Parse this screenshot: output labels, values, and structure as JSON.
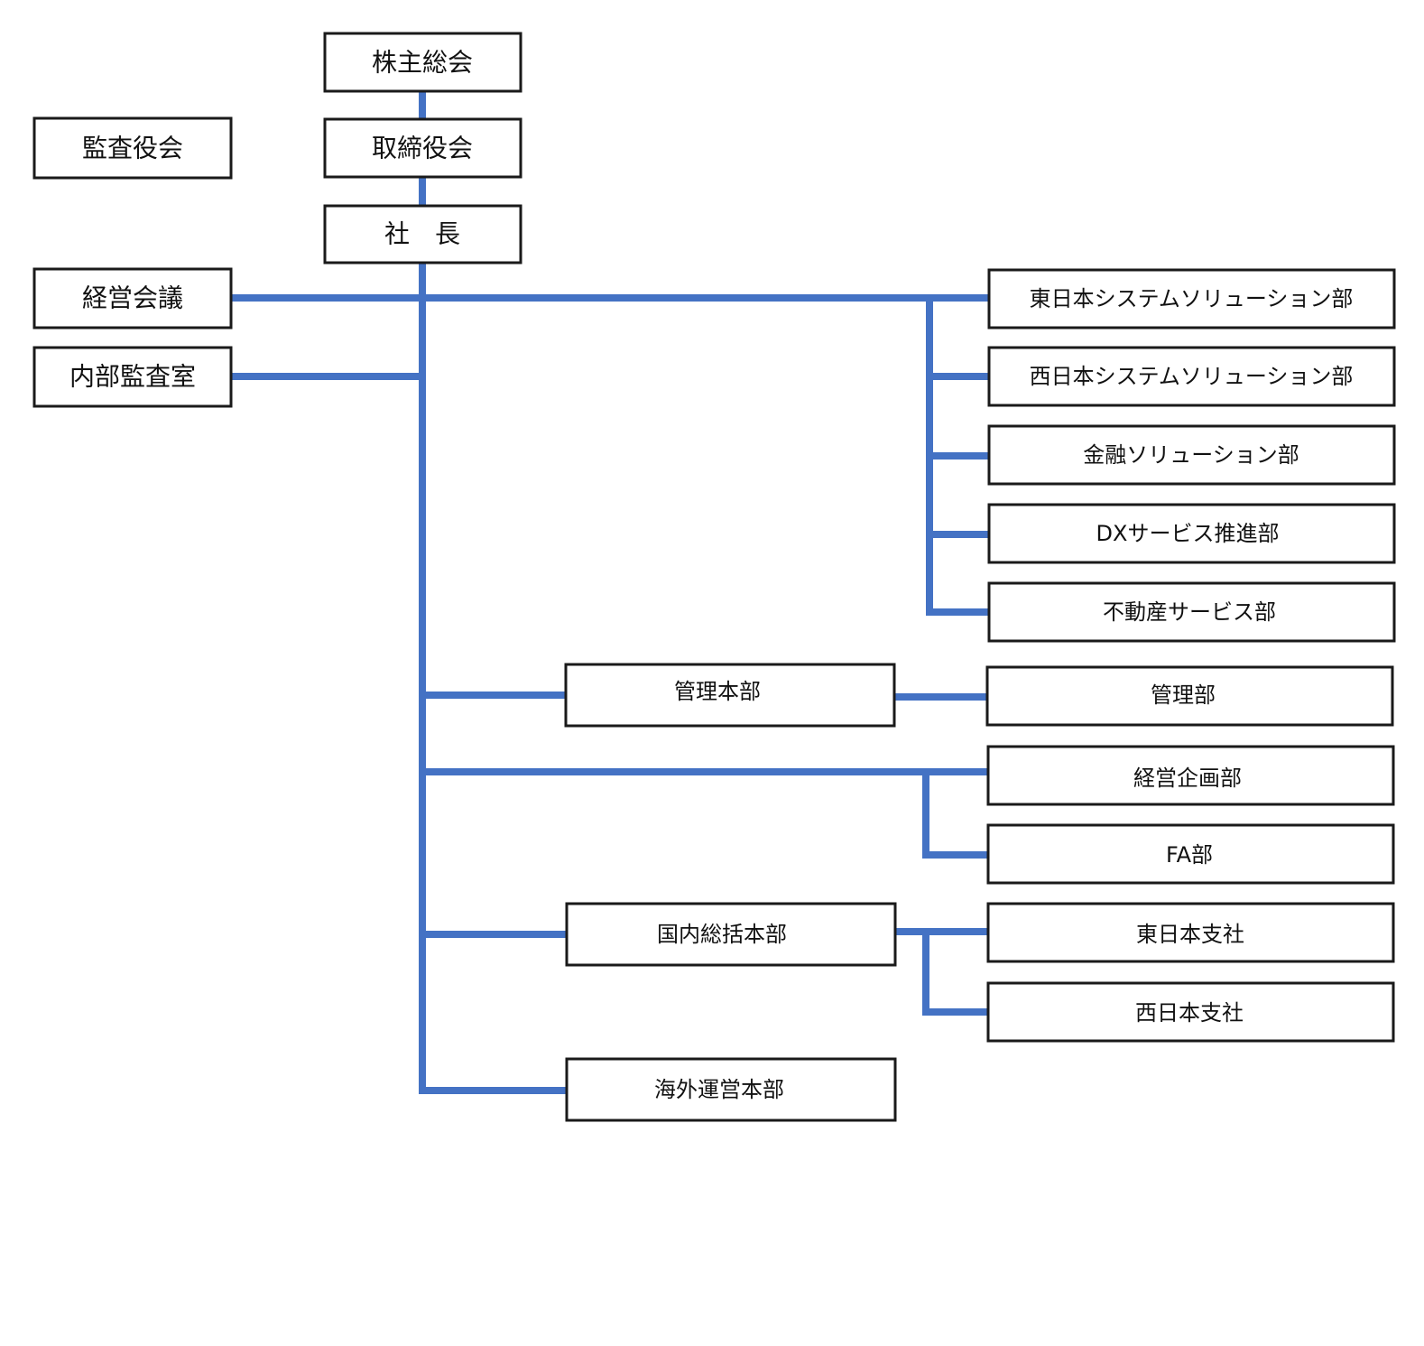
{
  "nodes": {
    "shareholders": {
      "label": "株主総会"
    },
    "board": {
      "label": "取締役会"
    },
    "auditors": {
      "label": "監査役会"
    },
    "president": {
      "label": "社　長"
    },
    "management_meeting": {
      "label": "経営会議"
    },
    "internal_audit": {
      "label": "内部監査室"
    },
    "east_system": {
      "label": "東日本システムソリューション部"
    },
    "west_system": {
      "label": "西日本システムソリューション部"
    },
    "finance": {
      "label": "金融ソリューション部"
    },
    "dx": {
      "label": "DXサービス推進部"
    },
    "real_estate": {
      "label": "不動産サービス部"
    },
    "admin_hq": {
      "label": "管理本部"
    },
    "admin_dept": {
      "label": "管理部"
    },
    "corp_planning": {
      "label": "経営企画部"
    },
    "fa": {
      "label": "FA部"
    },
    "domestic_hq": {
      "label": "国内総括本部"
    },
    "east_branch": {
      "label": "東日本支社"
    },
    "west_branch": {
      "label": "西日本支社"
    },
    "overseas_hq": {
      "label": "海外運営本部"
    }
  },
  "colors": {
    "connector": "#4472c4",
    "box_border": "#1a1a1a",
    "text": "#111111"
  }
}
